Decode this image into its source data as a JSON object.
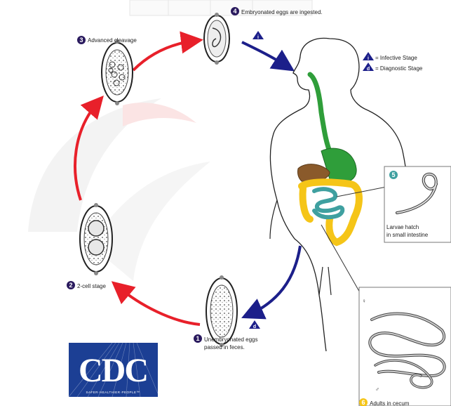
{
  "stages": {
    "s1": {
      "number": "1",
      "label_line1": "Unembryonated eggs",
      "label_line2": "passed in feces."
    },
    "s2": {
      "number": "2",
      "label": "2-cell stage"
    },
    "s3": {
      "number": "3",
      "label": "Advanced cleavage"
    },
    "s4": {
      "number": "4",
      "label": "Embryonated eggs are ingested."
    },
    "s5": {
      "number": "5",
      "label_line1": "Larvae hatch",
      "label_line2": "in small intestine"
    },
    "s6": {
      "number": "6",
      "label": "Adults in cecum"
    }
  },
  "legend": {
    "infective_symbol": "i",
    "infective_label": "= Infective Stage",
    "diagnostic_symbol": "d",
    "diagnostic_label": "= Diagnostic Stage"
  },
  "markers": {
    "infective": "i",
    "diagnostic": "d"
  },
  "sex_symbols": {
    "female": "♀",
    "male": "♂"
  },
  "logo": {
    "text": "CDC",
    "tagline": "SAFER·HEALTHIER·PEOPLE™"
  },
  "colors": {
    "red_arrow": "#e8202a",
    "blue_arrow": "#1c1f8a",
    "badge": "#2a1a5e",
    "green_gut": "#2f9e3a",
    "yellow_gut": "#f5c518",
    "teal_gut": "#3fa0a0",
    "liver": "#8a5a2b",
    "cdc_blue": "#1c3f94",
    "watermark": "#f2f2f2",
    "watermark_pink": "#fbe4e4"
  }
}
